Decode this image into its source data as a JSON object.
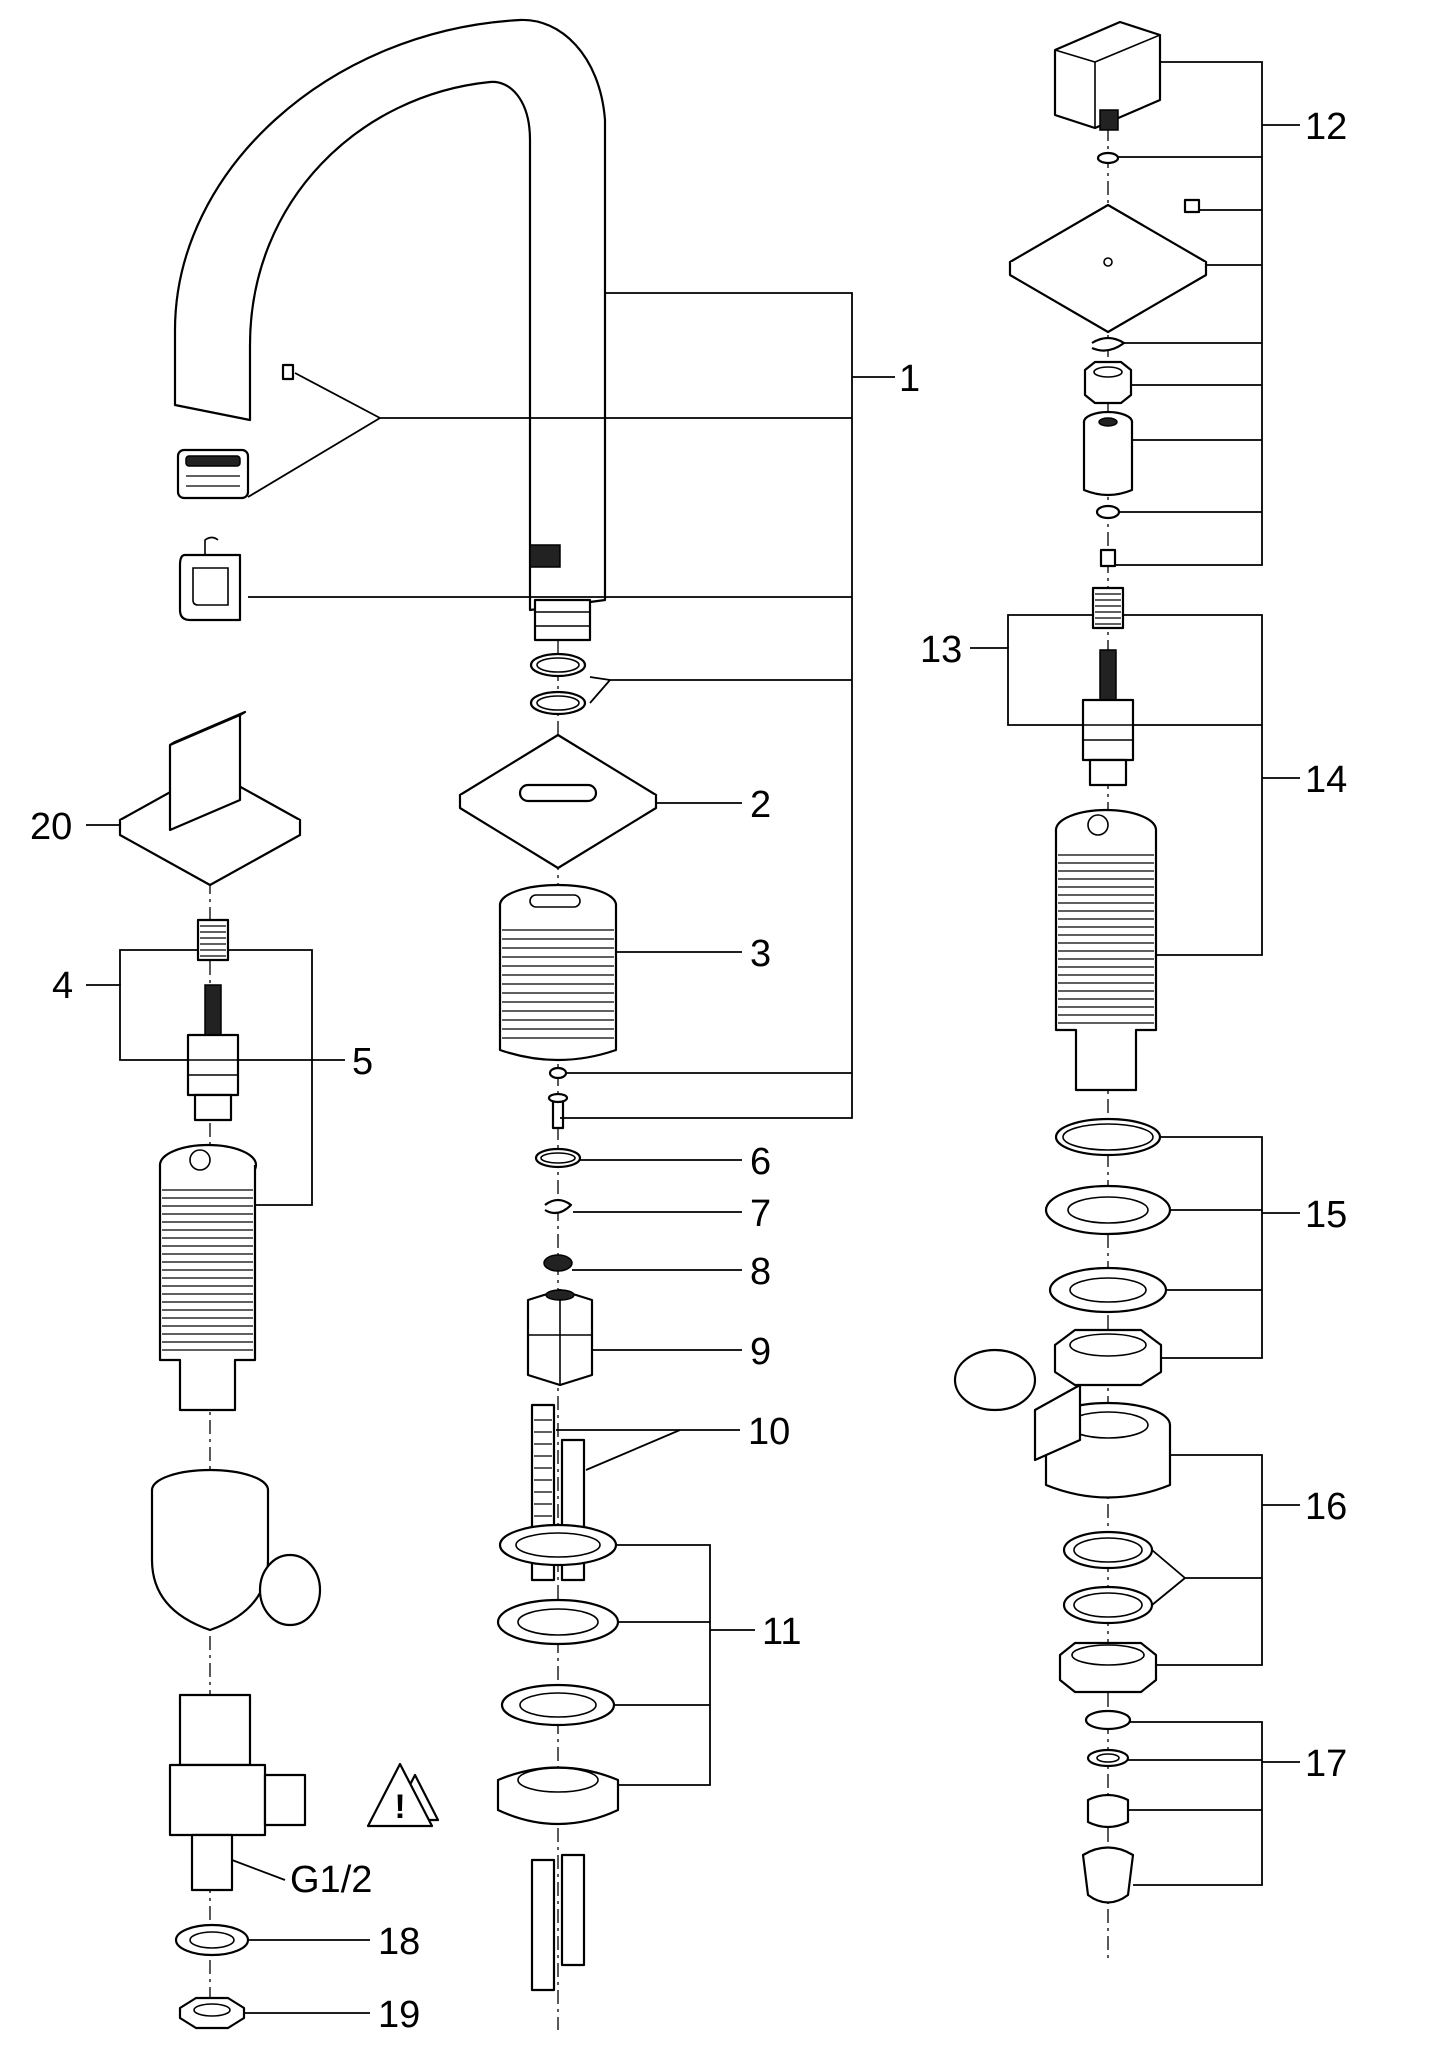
{
  "callouts": {
    "c1": "1",
    "c2": "2",
    "c3": "3",
    "c4": "4",
    "c5": "5",
    "c6": "6",
    "c7": "7",
    "c8": "8",
    "c9": "9",
    "c10": "10",
    "c11": "11",
    "c12": "12",
    "c13": "13",
    "c14": "14",
    "c15": "15",
    "c16": "16",
    "c17": "17",
    "c18": "18",
    "c19": "19",
    "c20": "20"
  },
  "thread_label": "G1/2",
  "warning_symbol": "!",
  "icons": {
    "warning": "warning-triangle-icon",
    "logo": "brand-mark-icon"
  },
  "colors": {
    "line": "#000000",
    "background": "#ffffff"
  }
}
